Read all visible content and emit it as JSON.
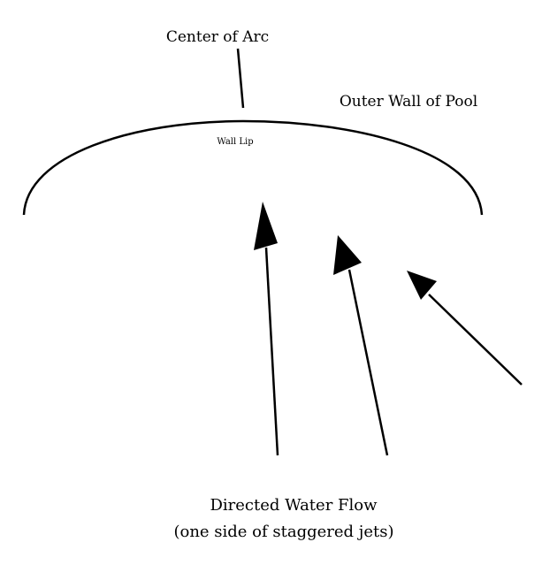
{
  "diagram": {
    "type": "patent-figure",
    "colors": {
      "ink": "#000000",
      "background": "#ffffff"
    },
    "labels": {
      "center_of_arc": "Center of Arc",
      "outer_wall": "Outer Wall of Pool",
      "wall_lip": "Wall Lip",
      "flow_title": "Directed Water Flow",
      "flow_subtitle": "(one side of staggered jets)"
    },
    "elements": {
      "arc": "Outer wall arc (pool wall lip)",
      "leader": "Leader line to center of arc",
      "arrows": [
        {
          "id": "jet-arrow-1",
          "meaning": "directed water flow"
        },
        {
          "id": "jet-arrow-2",
          "meaning": "directed water flow"
        },
        {
          "id": "jet-arrow-3",
          "meaning": "directed water flow"
        }
      ]
    }
  }
}
